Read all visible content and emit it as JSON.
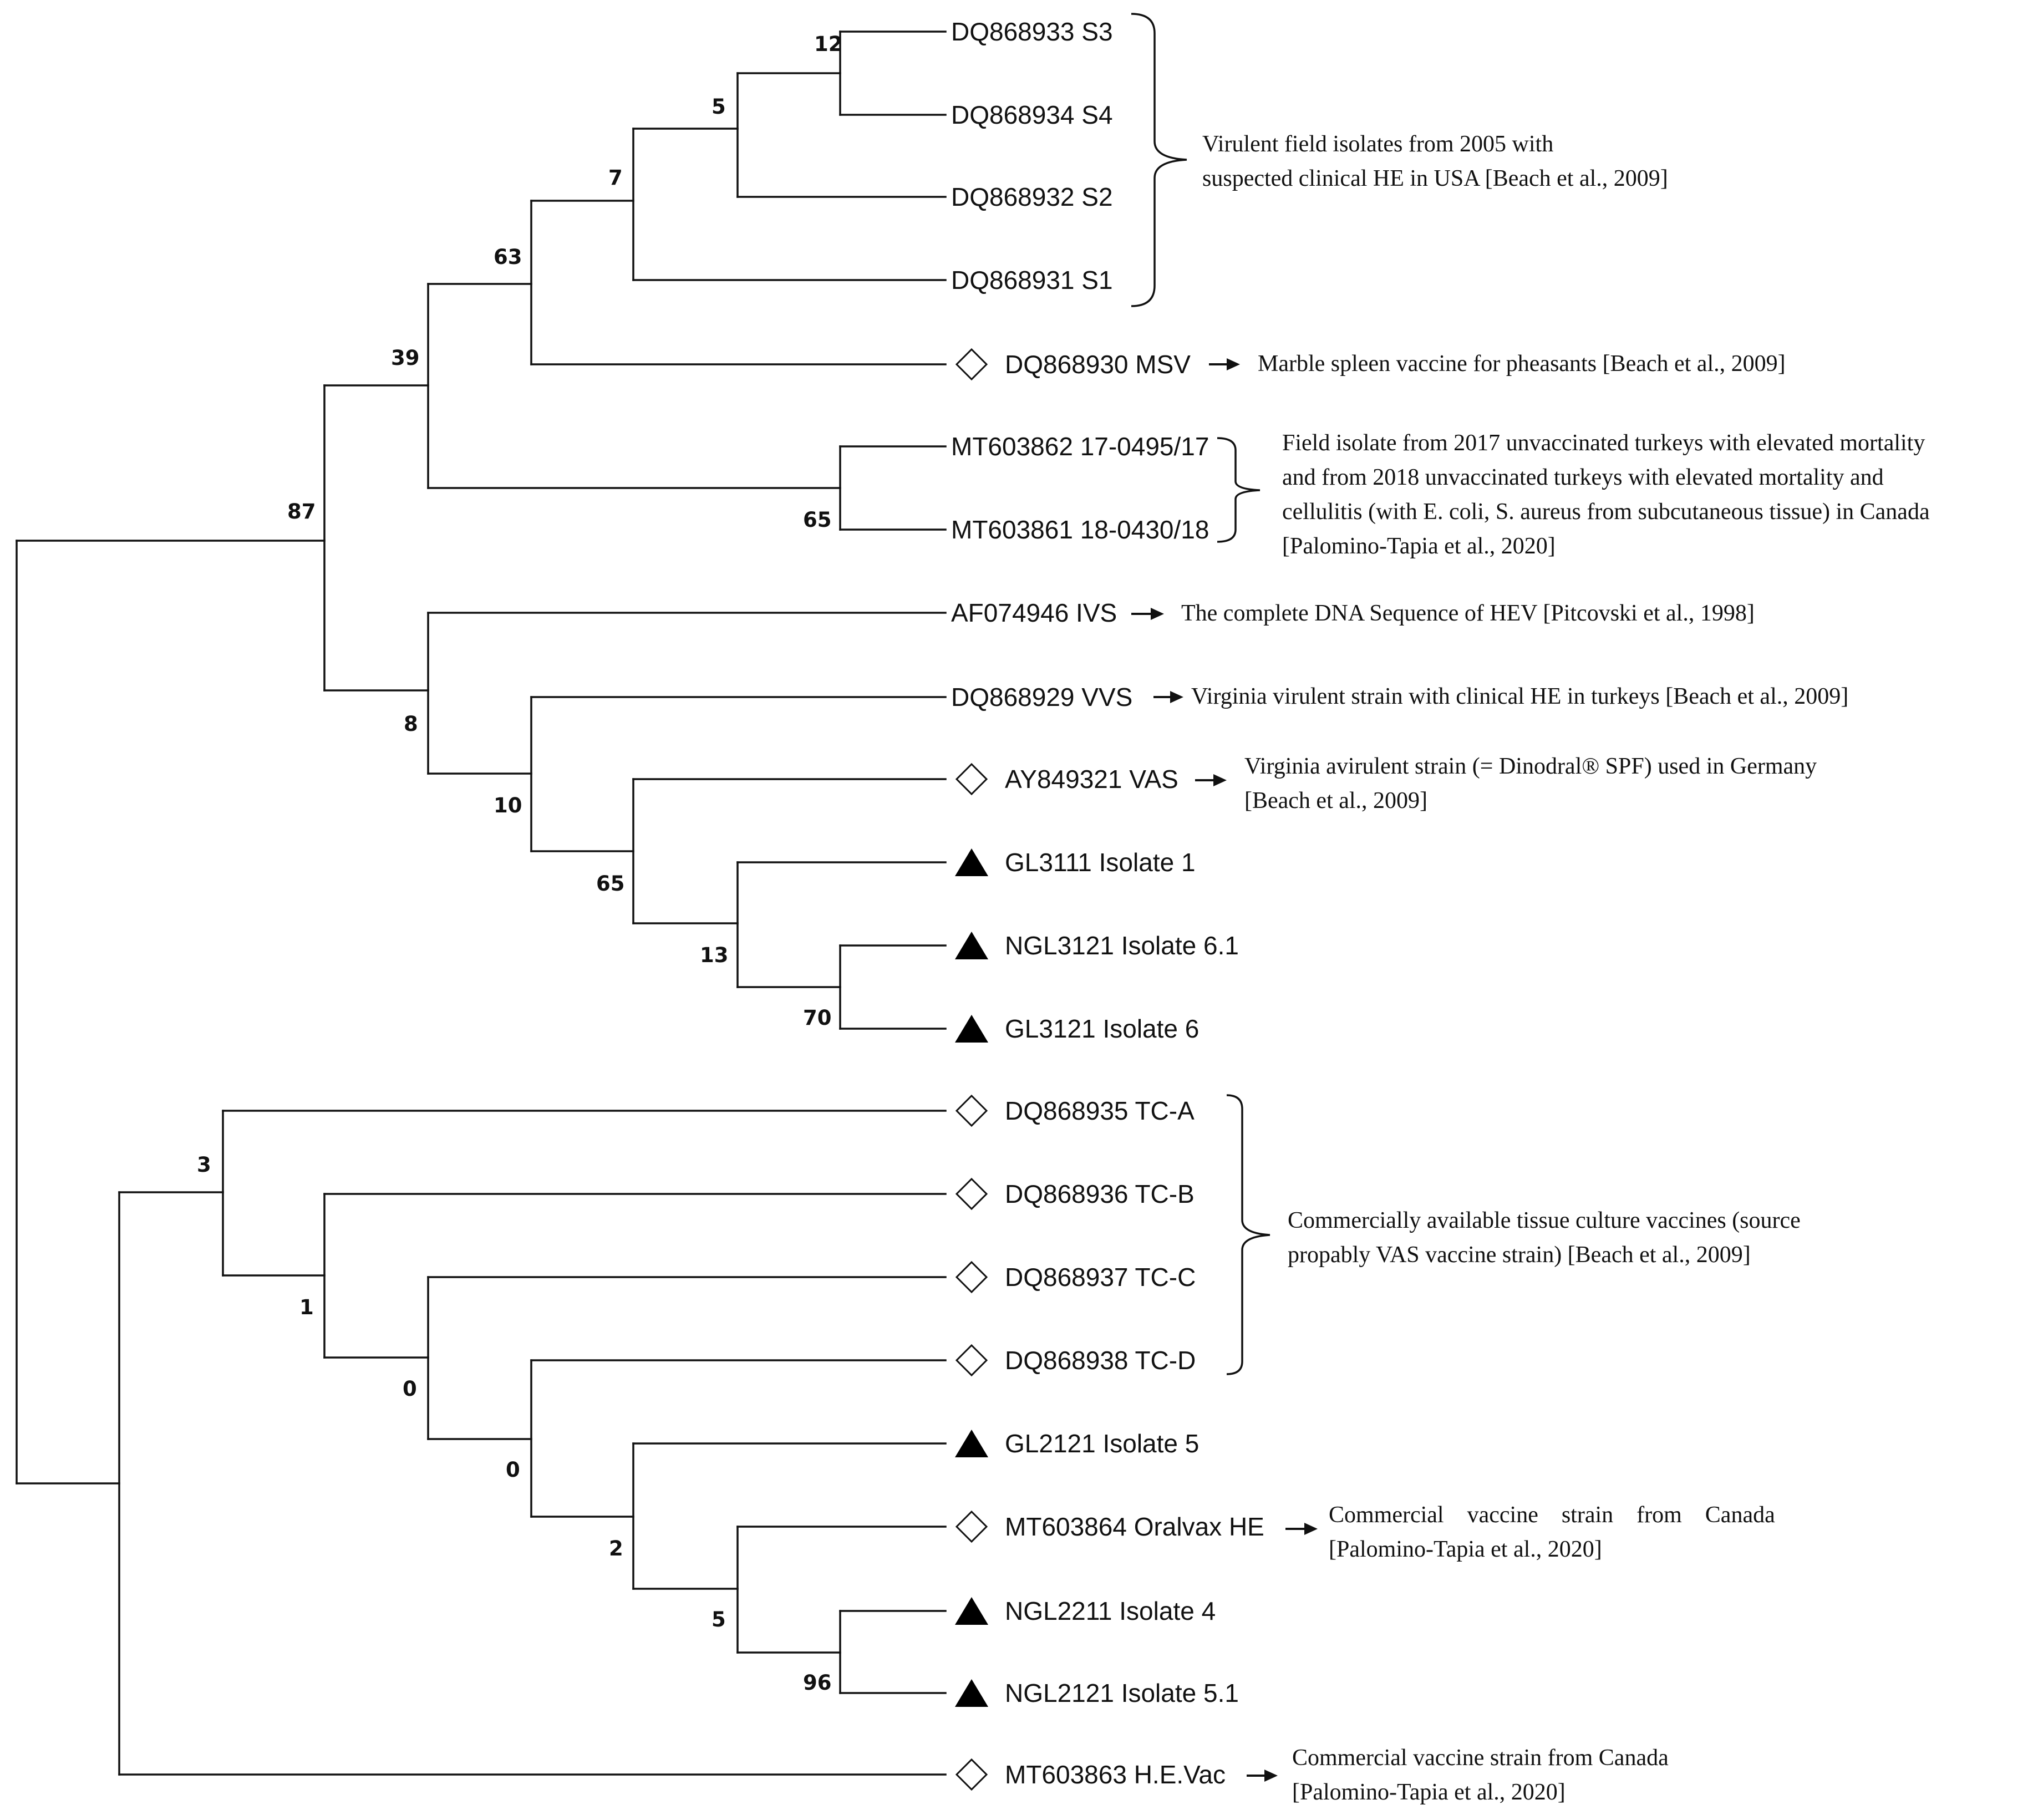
{
  "tree": {
    "taxa": [
      {
        "id": "S3",
        "label": "DQ868933 S3",
        "marker": "none"
      },
      {
        "id": "S4",
        "label": "DQ868934 S4",
        "marker": "none"
      },
      {
        "id": "S2",
        "label": "DQ868932 S2",
        "marker": "none"
      },
      {
        "id": "S1",
        "label": "DQ868931 S1",
        "marker": "none"
      },
      {
        "id": "MSV",
        "label": "DQ868930 MSV",
        "marker": "diamond"
      },
      {
        "id": "MT62",
        "label": "MT603862 17-0495/17",
        "marker": "none"
      },
      {
        "id": "MT61",
        "label": "MT603861 18-0430/18",
        "marker": "none"
      },
      {
        "id": "IVS",
        "label": "AF074946 IVS",
        "marker": "none"
      },
      {
        "id": "VVS",
        "label": "DQ868929 VVS",
        "marker": "none"
      },
      {
        "id": "VAS",
        "label": "AY849321 VAS",
        "marker": "diamond"
      },
      {
        "id": "GL3111",
        "label": "GL3111 Isolate 1",
        "marker": "triangle"
      },
      {
        "id": "NGL3121",
        "label": "NGL3121 Isolate 6.1",
        "marker": "triangle"
      },
      {
        "id": "GL3121",
        "label": "GL3121 Isolate 6",
        "marker": "triangle"
      },
      {
        "id": "TCA",
        "label": "DQ868935 TC-A",
        "marker": "diamond"
      },
      {
        "id": "TCB",
        "label": "DQ868936 TC-B",
        "marker": "diamond"
      },
      {
        "id": "TCC",
        "label": "DQ868937 TC-C",
        "marker": "diamond"
      },
      {
        "id": "TCD",
        "label": "DQ868938 TC-D",
        "marker": "diamond"
      },
      {
        "id": "GL2121",
        "label": "GL2121 Isolate 5",
        "marker": "triangle"
      },
      {
        "id": "ORAL",
        "label": "MT603864 Oralvax HE",
        "marker": "diamond"
      },
      {
        "id": "NGL2211",
        "label": "NGL2211 Isolate 4",
        "marker": "triangle"
      },
      {
        "id": "NGL2121",
        "label": "NGL2121 Isolate 5.1",
        "marker": "triangle"
      },
      {
        "id": "HEVAC",
        "label": "MT603863 H.E.Vac",
        "marker": "diamond"
      }
    ],
    "bootstrap": {
      "n12": "12",
      "n5a": "5",
      "n7": "7",
      "n63": "63",
      "n39": "39",
      "n65a": "65",
      "n87": "87",
      "n8": "8",
      "n10": "10",
      "n65b": "65",
      "n13": "13",
      "n70": "70",
      "n3": "3",
      "n1": "1",
      "n0a": "0",
      "n0b": "0",
      "n2": "2",
      "n5b": "5",
      "n96": "96"
    }
  },
  "annotations": {
    "usa_group": [
      "Virulent field isolates from 2005 with",
      "suspected clinical HE in USA [Beach et al., 2009]"
    ],
    "msv": "Marble spleen vaccine for pheasants [Beach et al., 2009]",
    "canada_field": [
      "Field isolate from 2017 unvaccinated turkeys with elevated mortality",
      "and from 2018 unvaccinated turkeys with elevated mortality and",
      "cellulitis (with E. coli, S. aureus from subcutaneous tissue) in Canada",
      "[Palomino-Tapia et al., 2020]"
    ],
    "ivs": "The complete DNA Sequence of HEV  [Pitcovski et al., 1998]",
    "vvs": "Virginia virulent strain with clinical HE in turkeys [Beach et al., 2009]",
    "vas": [
      "Virginia avirulent strain (= Dinodral® SPF) used in Germany",
      "[Beach et al., 2009]"
    ],
    "tc_group": [
      "Commercially available tissue culture vaccines (source",
      "propably VAS vaccine strain) [Beach et al., 2009]"
    ],
    "oralvax": [
      "Commercial    vaccine    strain    from    Canada",
      "[Palomino-Tapia et al., 2020]"
    ],
    "hevac": [
      "Commercial vaccine strain from Canada",
      "[Palomino-Tapia et al., 2020]"
    ]
  }
}
